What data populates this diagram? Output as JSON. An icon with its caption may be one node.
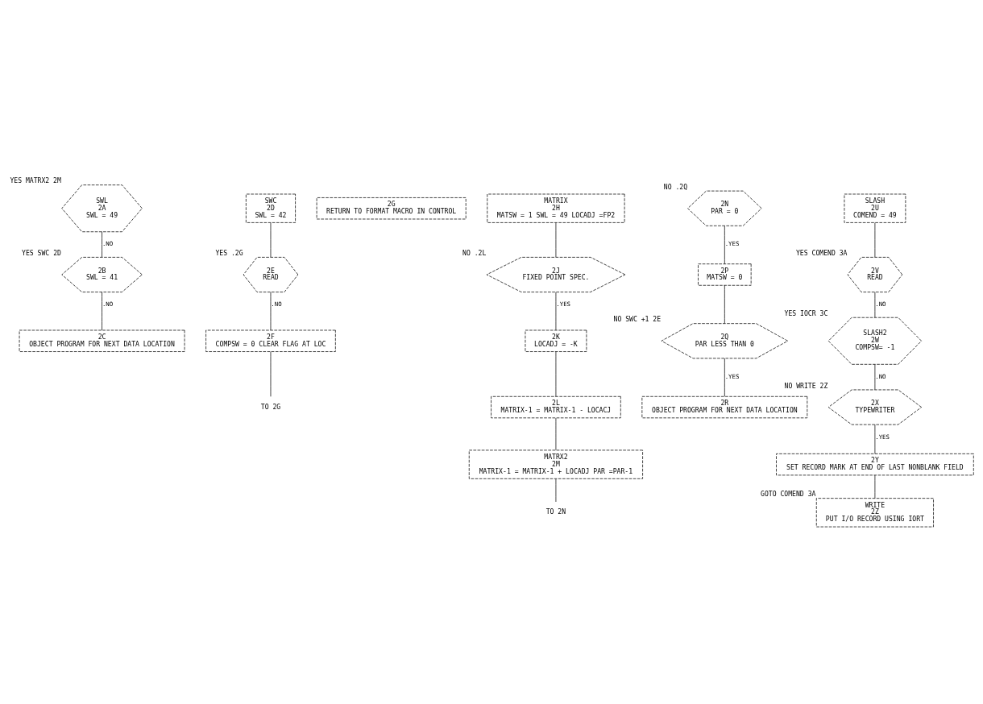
{
  "diagram": {
    "nodes": [
      {
        "text": [
          "SWL",
          "2A",
          "SWL = 49"
        ],
        "beside": [
          "YES MATRX2 2M"
        ]
      },
      {
        "text": [
          "2B",
          "SWL = 41"
        ],
        "beside": [
          "YES SWC 2D"
        ]
      },
      {
        "text": [
          "2C",
          "OBJECT PROGRAM FOR NEXT DATA LOCATION"
        ]
      },
      {
        "text": [
          "SWC",
          "2D",
          "SWL = 42"
        ]
      },
      {
        "text": [
          "2E",
          "READ"
        ],
        "beside": [
          "YES .2G"
        ]
      },
      {
        "text": [
          "2F",
          "COMPSW = 0 CLEAR FLAG AT LOC"
        ]
      },
      {
        "text": [
          "TO 2G"
        ]
      },
      {
        "text": [
          "2G",
          "RETURN TO FORMAT MACRO IN CONTROL"
        ]
      },
      {
        "text": [
          "MATRIX",
          "2H",
          "MATSW = 1 SWL = 49 LOCADJ =FP2"
        ]
      },
      {
        "text": [
          "2J",
          "FIXED POINT SPEC."
        ],
        "beside": [
          "NO .2L"
        ]
      },
      {
        "text": [
          "2K",
          "LOCADJ = -K"
        ]
      },
      {
        "text": [
          "2L",
          "MATRIX-1 = MATRIX-1 - LOCACJ"
        ]
      },
      {
        "text": [
          "MATRX2",
          "2M",
          "MATRIX-1 = MATRIX-1 + LOCADJ PAR =PAR-1"
        ]
      },
      {
        "text": [
          "TO 2N"
        ]
      },
      {
        "text": [
          "2N",
          "PAR = 0"
        ],
        "beside": [
          "NO .2Q"
        ]
      },
      {
        "text": [
          "2P",
          "MATSW = 0"
        ]
      },
      {
        "text": [
          "2Q",
          "PAR LESS THAN 0"
        ],
        "beside": [
          "NO SWC +1 2E"
        ]
      },
      {
        "text": [
          "2R",
          "OBJECT PROGRAM FOR NEXT DATA LOCATION"
        ]
      },
      {
        "text": [
          "SLASH",
          "2U",
          "COMEND = 49"
        ]
      },
      {
        "text": [
          "2V",
          "READ"
        ],
        "beside": [
          "YES COMEND 3A"
        ]
      },
      {
        "text": [
          "SLASH2",
          "2W",
          "COMPSW= -1"
        ],
        "beside": [
          "YES IOCR 3C"
        ]
      },
      {
        "text": [
          "2X",
          "TYPEWRITER"
        ],
        "beside": [
          "NO WRITE 2Z"
        ]
      },
      {
        "text": [
          "2Y",
          "SET RECORD MARK AT END OF LAST NONBLANK FIELD"
        ]
      },
      {
        "text": [
          "WRITE",
          "2Z",
          "PUT I/O RECORD USING IORT"
        ],
        "beside": [
          "GOTO COMEND 3A"
        ]
      }
    ],
    "edges": [
      {
        "from": 0,
        "to": 1,
        "arrow": "none",
        "label": ".NO"
      },
      {
        "from": 1,
        "to": 2,
        "arrow": "none",
        "label": ".NO"
      },
      {
        "from": 3,
        "to": 4,
        "arrow": "none"
      },
      {
        "from": 4,
        "to": 5,
        "arrow": "none",
        "label": ".NO"
      },
      {
        "from": 5,
        "to": 6,
        "arrow": "none"
      },
      {
        "from": 8,
        "to": 9,
        "arrow": "none"
      },
      {
        "from": 9,
        "to": 10,
        "arrow": "none",
        "label": ".YES"
      },
      {
        "from": 10,
        "to": 11,
        "arrow": "none"
      },
      {
        "from": 11,
        "to": 12,
        "arrow": "none"
      },
      {
        "from": 12,
        "to": 13,
        "arrow": "none"
      },
      {
        "from": 14,
        "to": 15,
        "arrow": "none",
        "label": ".YES"
      },
      {
        "from": 15,
        "to": 16,
        "arrow": "none"
      },
      {
        "from": 16,
        "to": 17,
        "arrow": "none",
        "label": ".YES"
      },
      {
        "from": 18,
        "to": 19,
        "arrow": "none"
      },
      {
        "from": 19,
        "to": 20,
        "arrow": "none",
        "label": ".NO"
      },
      {
        "from": 20,
        "to": 21,
        "arrow": "none",
        "label": ".NO"
      },
      {
        "from": 21,
        "to": 22,
        "arrow": "none",
        "label": ".YES"
      },
      {
        "from": 22,
        "to": 23,
        "arrow": "none"
      }
    ]
  }
}
